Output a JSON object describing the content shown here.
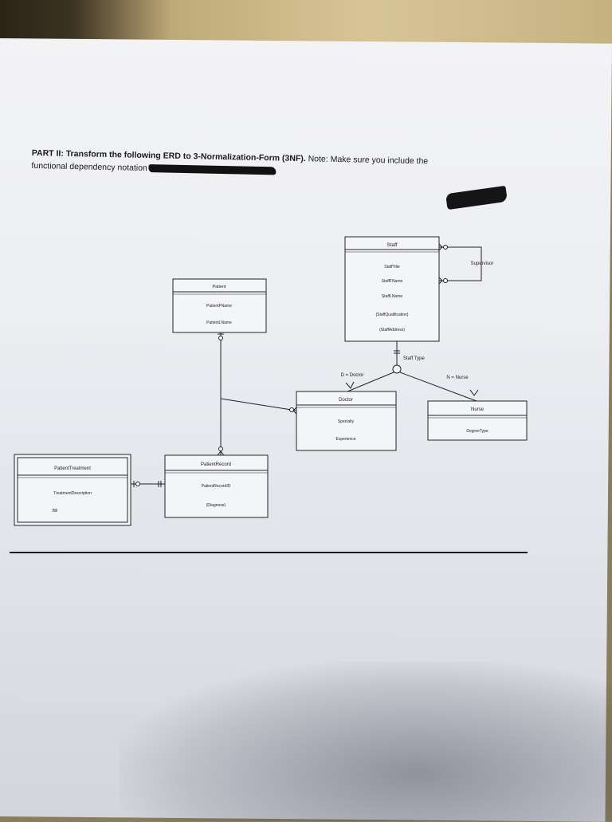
{
  "heading": {
    "part": "PART II: Transform the following ERD to 3-Normalization-Form (3NF).",
    "note": " Note: Make sure you include the",
    "line2": "functional dependency notation"
  },
  "entities": {
    "staff": {
      "name": "Staff",
      "attributes": [
        "StaffTitle",
        "StaffFName",
        "StaffLName",
        "{StaffQualification}",
        "(StaffAddress)"
      ]
    },
    "patient": {
      "name": "Patient",
      "attributes": [
        "PatientFName",
        "PatientLName"
      ]
    },
    "doctor": {
      "name": "Doctor",
      "attributes": [
        "Specialty",
        "Experience"
      ]
    },
    "nurse": {
      "name": "Nurse",
      "attributes": [
        "DegreeType"
      ]
    },
    "patient_record": {
      "name": "PatientRecord",
      "attributes": [
        "PatientRecordID",
        "{Diagnose}"
      ]
    },
    "patient_treatment": {
      "name": "PatientTreatment",
      "attributes": [
        "TreatmentDescription",
        "Bill"
      ]
    }
  },
  "relationships": {
    "supervisor": "Supervisor",
    "staff_type": "Staff Type",
    "doctor_label": "D = Doctor",
    "nurse_label": "N = Nurse"
  }
}
